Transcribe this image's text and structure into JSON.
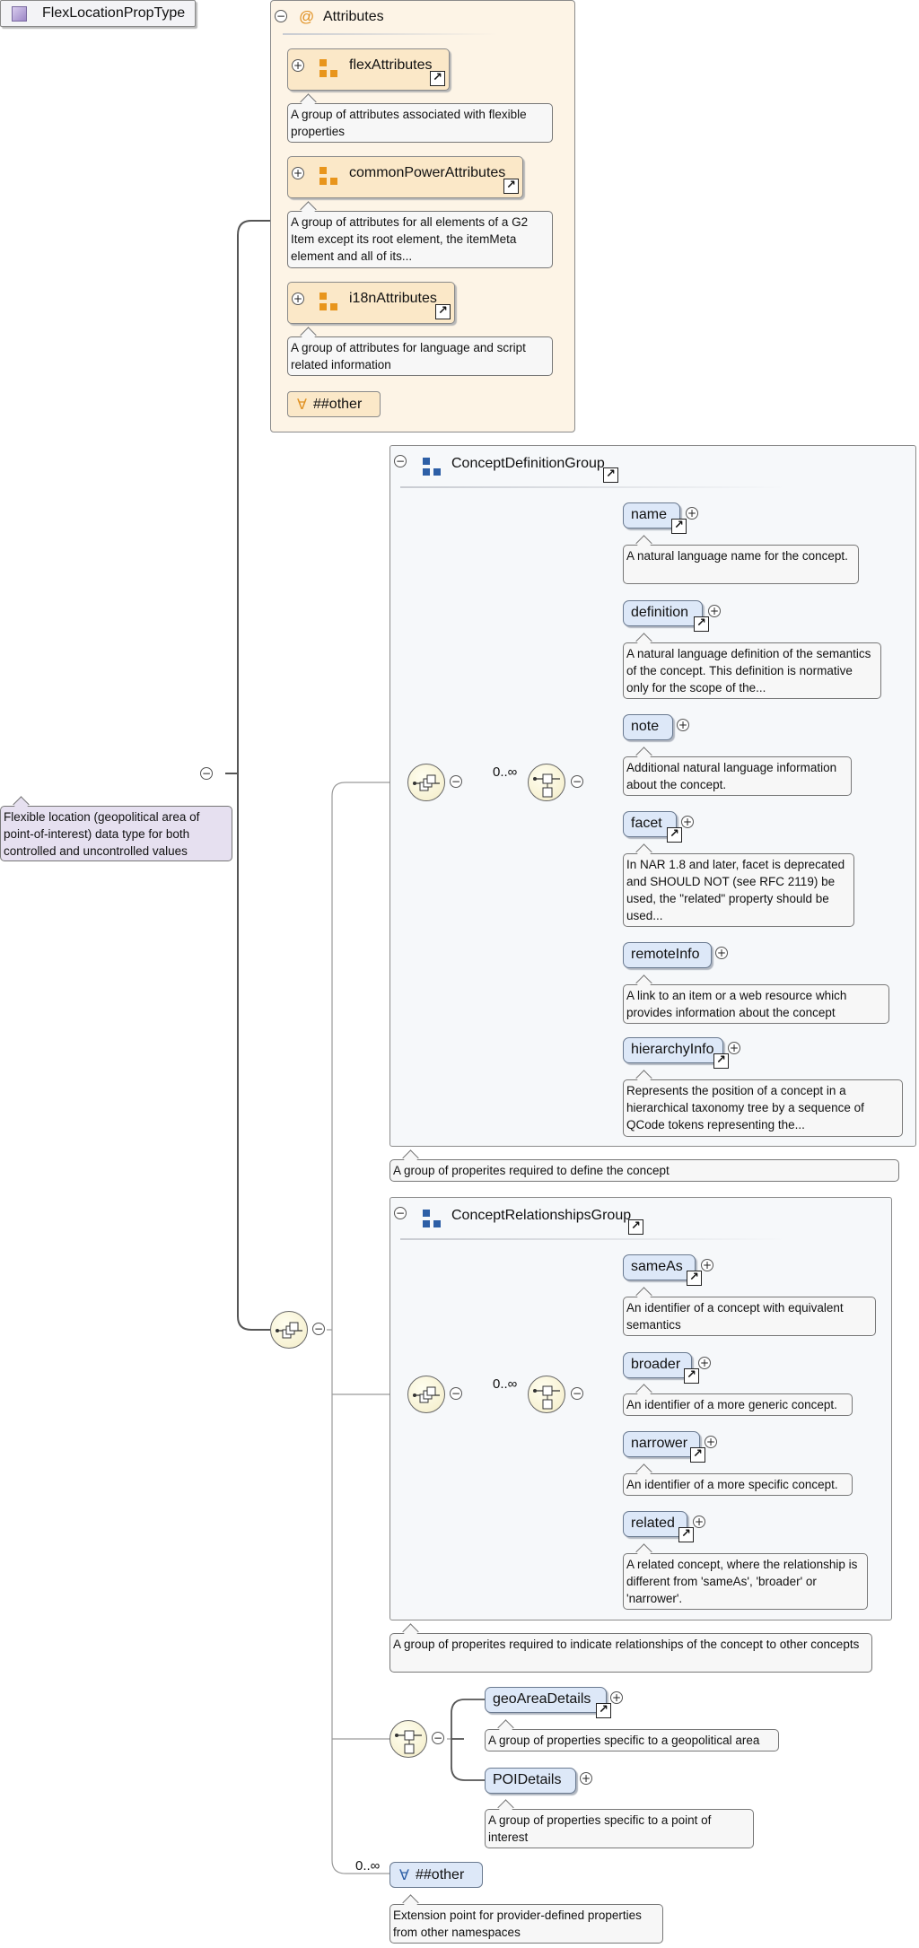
{
  "root": {
    "name": "FlexLocationPropType",
    "doc": "Flexible location (geopolitical area of point-of-interest) data type for both controlled and uncontrolled values"
  },
  "attributes": {
    "title": "Attributes",
    "at_symbol": "@",
    "groups": [
      {
        "name": "flexAttributes",
        "doc": "A group of attributes associated with flexible properties"
      },
      {
        "name": "commonPowerAttributes",
        "doc": "A group of attributes for all elements of a G2 Item except its root element, the itemMeta element and all of its..."
      },
      {
        "name": "i18nAttributes",
        "doc": "A group of attributes for language and script related information"
      }
    ],
    "any_other": "##other",
    "any_symbol": "∀"
  },
  "concept_definition_group": {
    "title": "ConceptDefinitionGroup",
    "doc": "A group of properites required to define the concept",
    "multiplicity": "0..∞",
    "elements": [
      {
        "name": "name",
        "doc": "A natural language name for the concept."
      },
      {
        "name": "definition",
        "doc": "A natural language definition of the semantics of the concept. This definition is normative only for the scope of the..."
      },
      {
        "name": "note",
        "doc": "Additional natural language information about the concept."
      },
      {
        "name": "facet",
        "doc": "In NAR 1.8 and later, facet is deprecated and SHOULD NOT (see RFC 2119) be used, the \"related\" property should be used..."
      },
      {
        "name": "remoteInfo",
        "doc": "A link to an item or a web resource which provides information about the concept"
      },
      {
        "name": "hierarchyInfo",
        "doc": "Represents the position of a concept in a hierarchical taxonomy tree by a sequence of QCode tokens representing the..."
      }
    ]
  },
  "concept_relationships_group": {
    "title": "ConceptRelationshipsGroup",
    "doc": "A group of properites required to indicate relationships of the concept to other concepts",
    "multiplicity": "0..∞",
    "elements": [
      {
        "name": "sameAs",
        "doc": "An identifier of a concept with equivalent semantics"
      },
      {
        "name": "broader",
        "doc": "An identifier of a more generic concept."
      },
      {
        "name": "narrower",
        "doc": "An identifier of a more specific concept."
      },
      {
        "name": "related",
        "doc": "A related concept, where the relationship is different from 'sameAs', 'broader' or 'narrower'."
      }
    ]
  },
  "choice_elements": [
    {
      "name": "geoAreaDetails",
      "doc": "A group of properties specific to a geopolitical area"
    },
    {
      "name": "POIDetails",
      "doc": "A group of properties specific to a point of interest"
    }
  ],
  "extension": {
    "multiplicity": "0..∞",
    "label": "##other",
    "symbol": "∀",
    "doc": "Extension point for provider-defined properties from other namespaces"
  },
  "symbols": {
    "expand": "+",
    "collapse": "−",
    "link": "↗"
  }
}
